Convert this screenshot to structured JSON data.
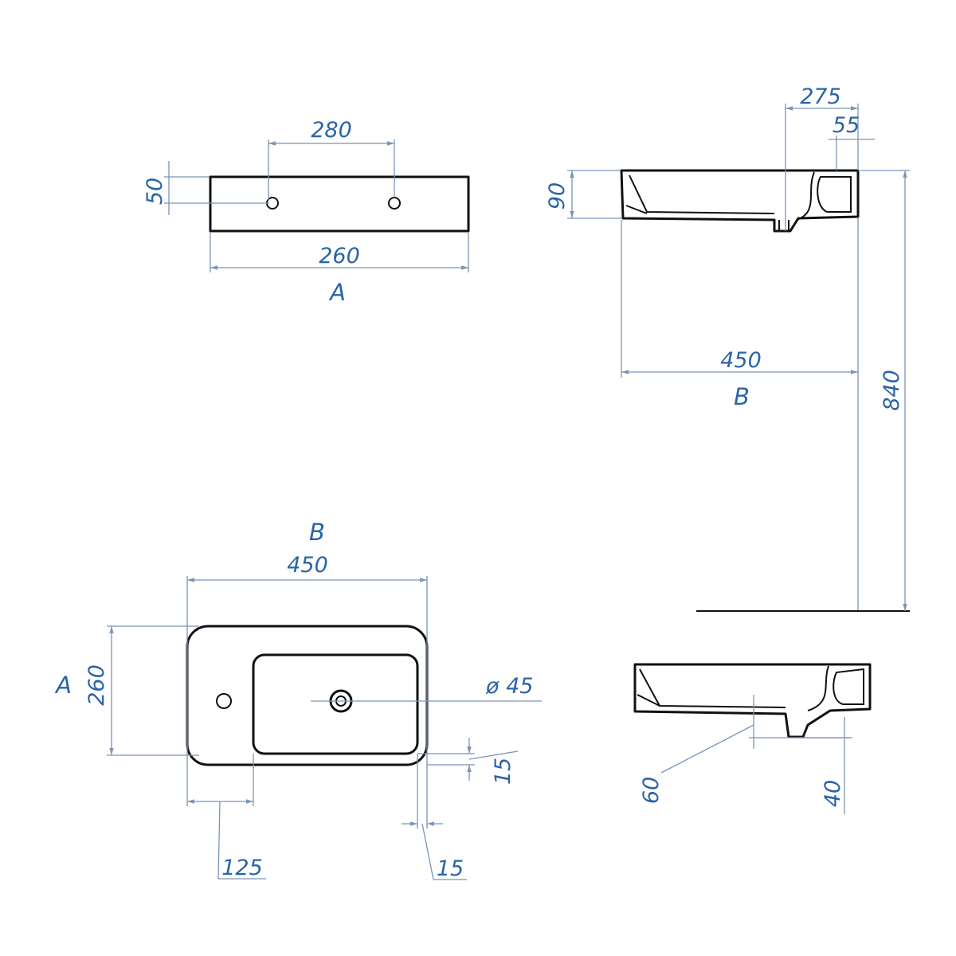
{
  "view_a": {
    "label": "A",
    "dim_hole_spacing": "280",
    "dim_hole_height": "50",
    "dim_depth": "260"
  },
  "view_b": {
    "label": "B",
    "dim_offset": "275",
    "dim_offset_small": "55",
    "dim_height": "90",
    "dim_width": "450",
    "dim_mount_height": "840"
  },
  "plan_view": {
    "label_top": "B",
    "label_left": "A",
    "dim_width": "450",
    "dim_depth": "260",
    "dim_drain_diameter": "ø 45",
    "dim_bowl_margin_vertical": "15",
    "dim_tap_deck": "125",
    "dim_bowl_margin_horizontal": "15"
  },
  "section_view": {
    "dim_drain_offset": "60",
    "dim_drain_height": "40"
  }
}
